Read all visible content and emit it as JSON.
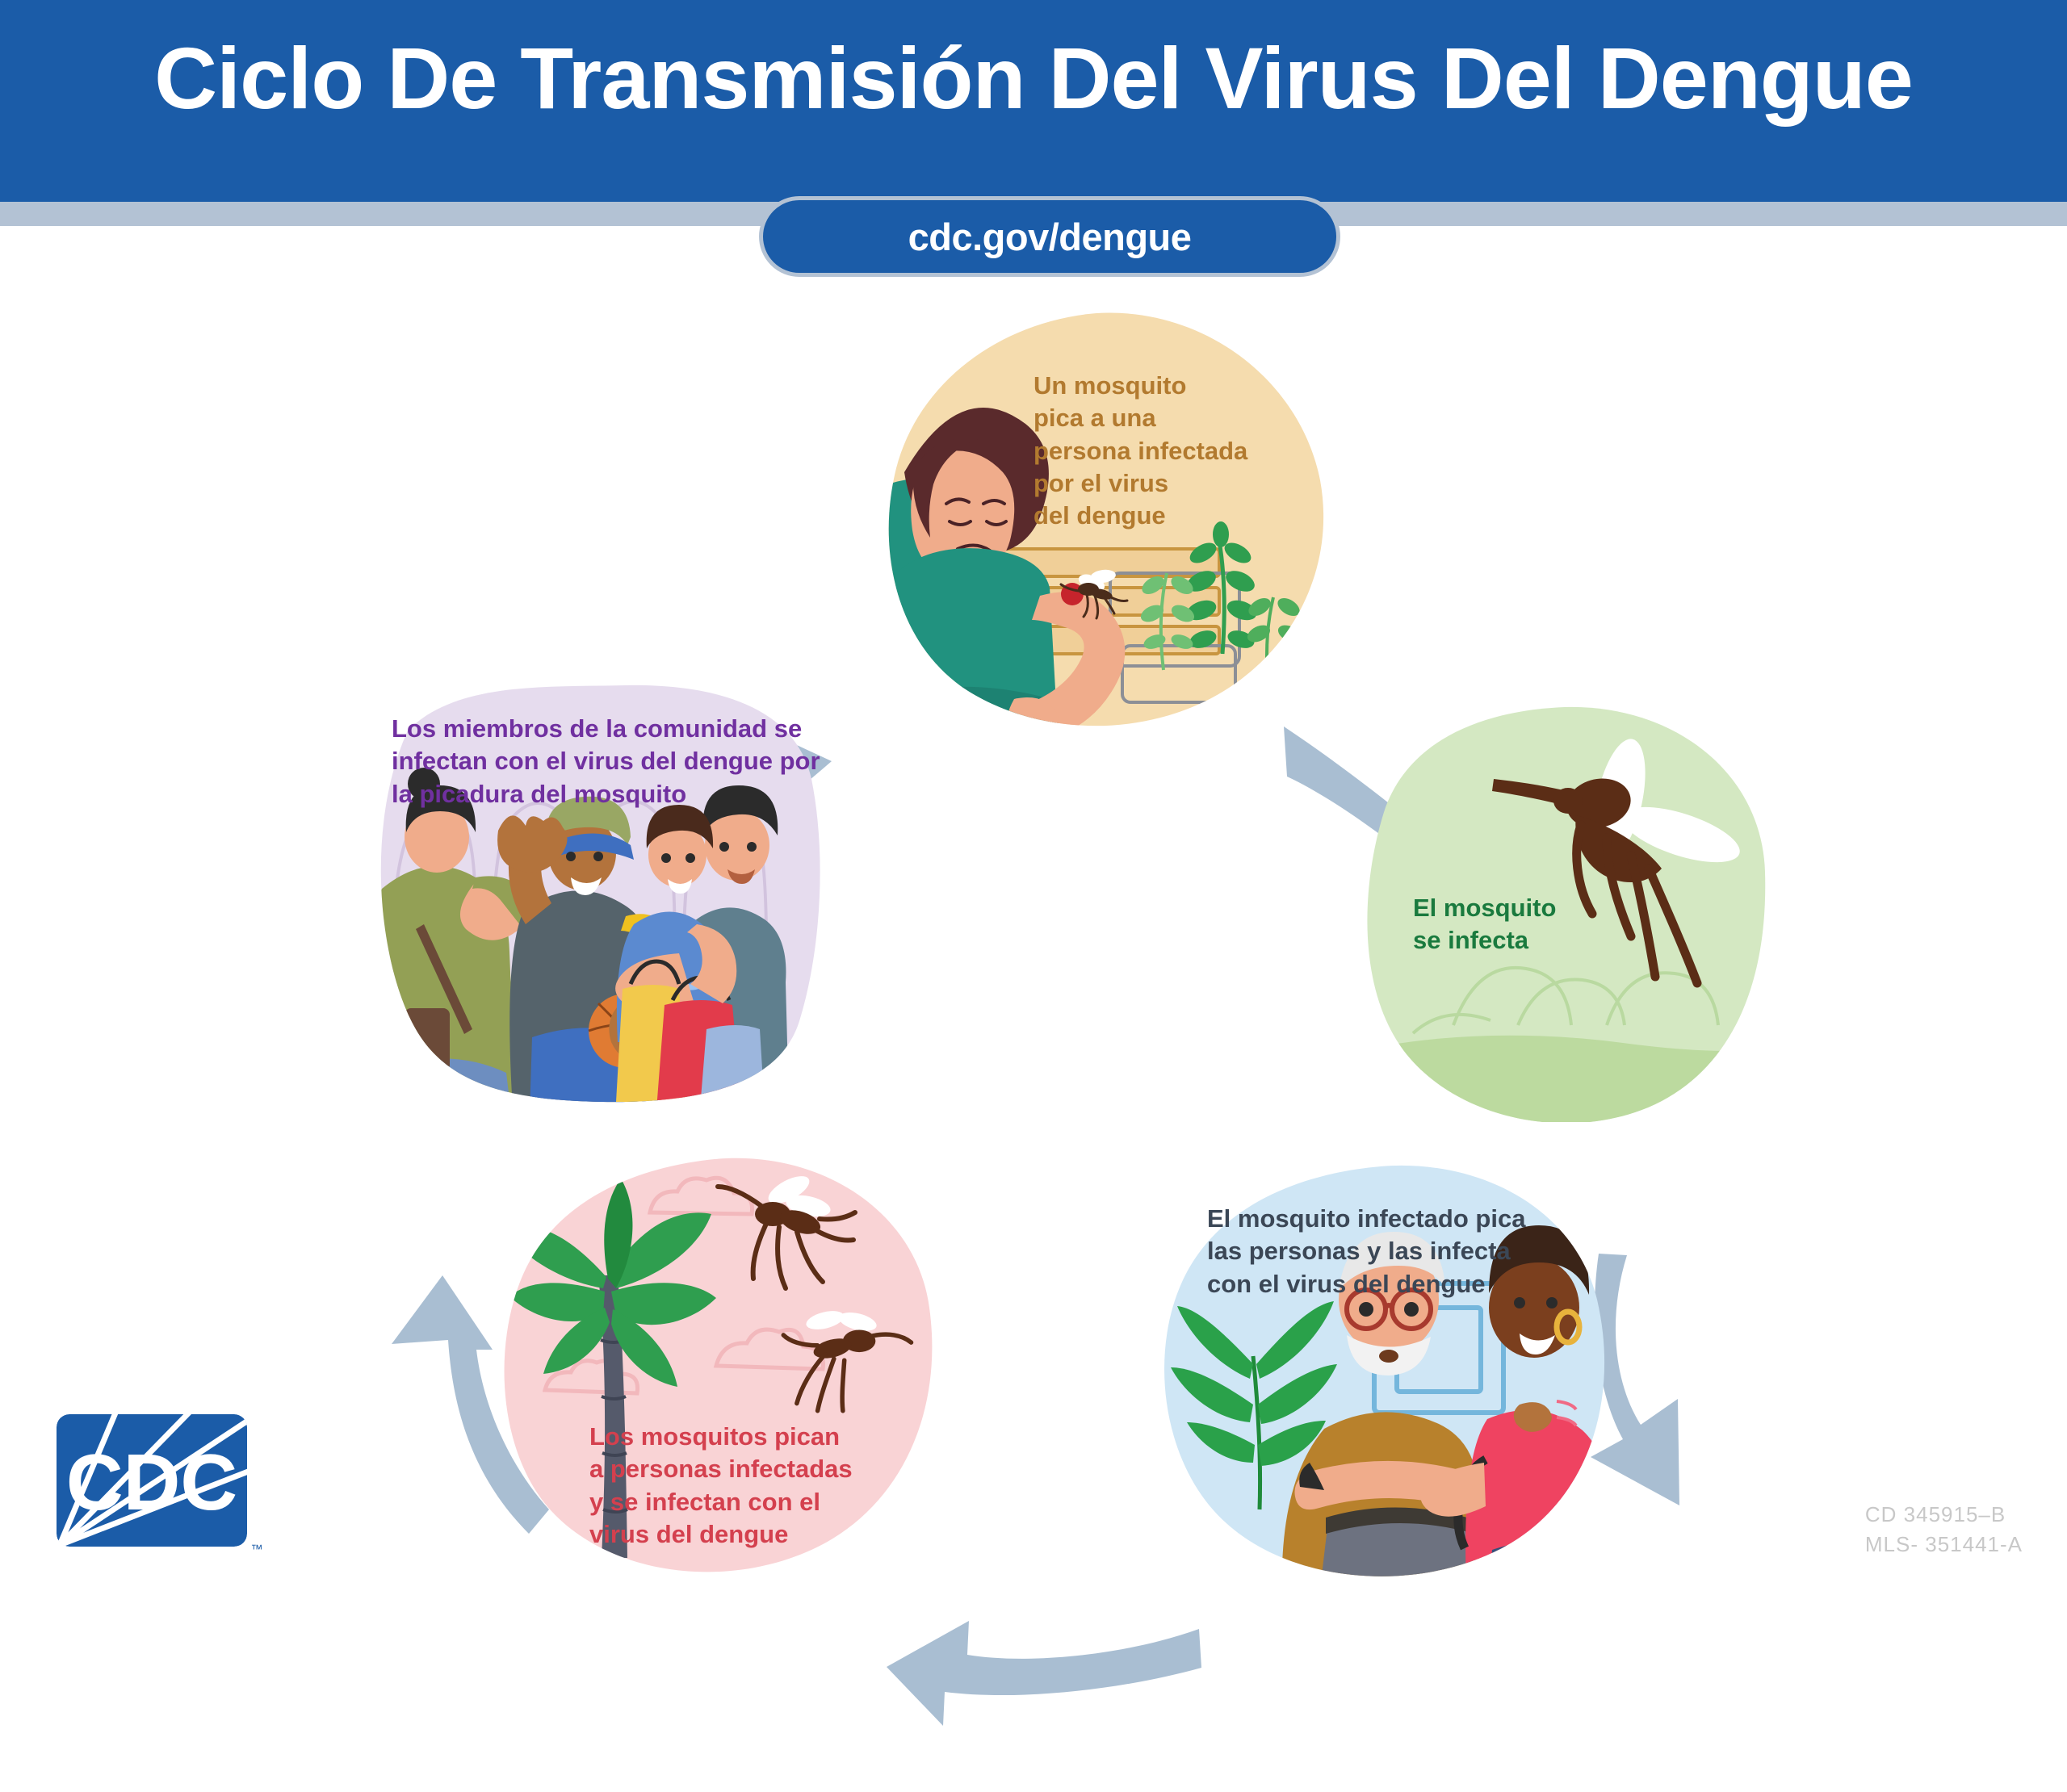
{
  "header": {
    "title": "Ciclo De Transmisión Del Virus Del Dengue",
    "url_pill_label": "cdc.gov/dengue",
    "band_color": "#1b5ca8",
    "underline_color": "#b3c2d4"
  },
  "cycle": {
    "arrow_color": "#a9bed2",
    "steps": [
      {
        "id": "step-1-person-bitten",
        "caption": "Un mosquito\npica a una\npersona infectada\npor el virus\ndel dengue",
        "blob_color": "#f5dcae",
        "text_color": "#b27a2f",
        "scene": "mujer-enferma-en-banco-con-mosquito-picando-el-brazo"
      },
      {
        "id": "step-2-mosquito-infected",
        "caption": "El mosquito\nse infecta",
        "blob_color": "#d4e8c2",
        "text_color": "#1a7a3e",
        "scene": "mosquito-grande-marron-con-helecho"
      },
      {
        "id": "step-3-mosquito-bites-people",
        "caption": "El mosquito infectado pica\nlas personas y las infecta\ncon el virus del dengue",
        "blob_color": "#cfe6f5",
        "text_color": "#3b4756",
        "scene": "hombre-mayor-con-gafas-y-mujer-conversando"
      },
      {
        "id": "step-4-mosquitoes-bite-infected",
        "caption": "Los mosquitos pican\na personas infectadas\ny se infectan con el\nvirus del dengue",
        "blob_color": "#f9d3d5",
        "text_color": "#d4404e",
        "scene": "palmera-con-dos-mosquitos-y-nubes"
      },
      {
        "id": "step-5-community-infected",
        "caption": "Los miembros de la comunidad se\ninfectan con el virus del dengue por\nla picadura del mosquito",
        "blob_color": "#e6dcee",
        "text_color": "#7030a0",
        "scene": "grupo-de-personas-de-la-comunidad-caminando"
      }
    ]
  },
  "footer": {
    "logo_text": "CDC",
    "logo_trademark": "™",
    "logo_color": "#1b5ca8",
    "codes": "CD 345915–B\nMLS- 351441-A"
  }
}
